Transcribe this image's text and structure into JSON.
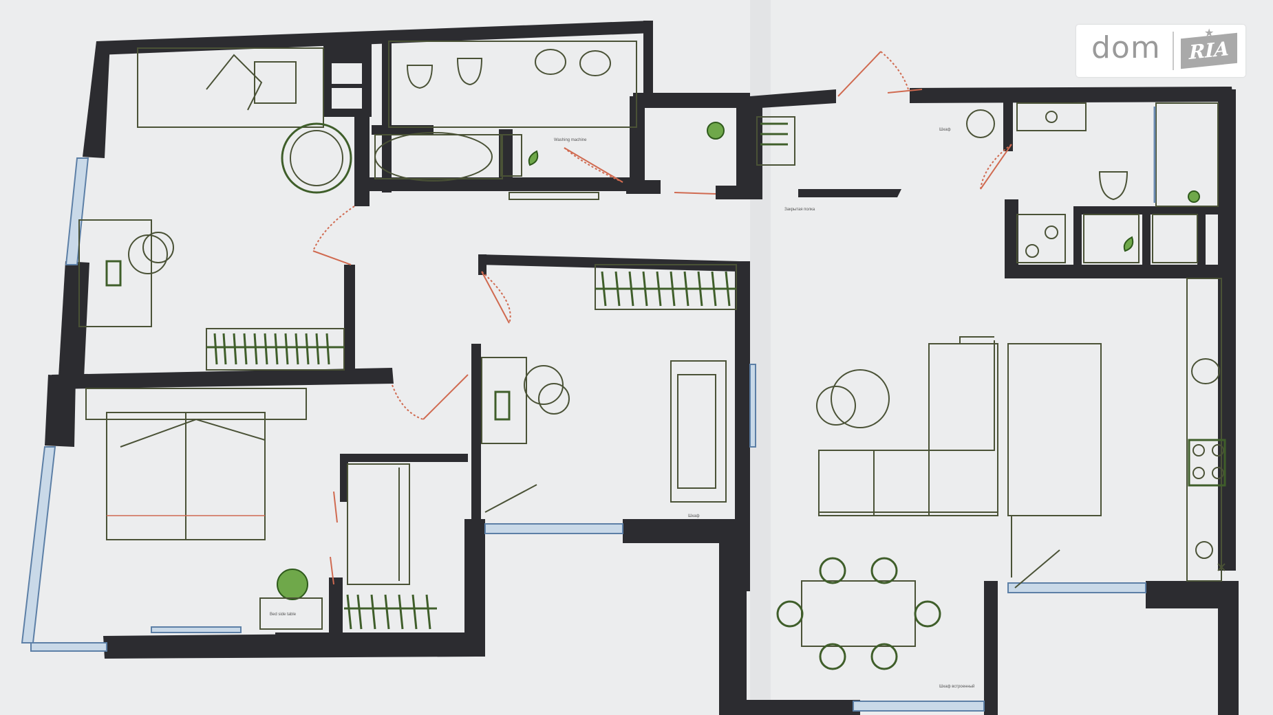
{
  "logo": {
    "dom": "dom",
    "ria": "RIA",
    "star_icon": "star-icon"
  },
  "annotations": {
    "label_a": "Washing machine",
    "label_b": "Закрытая полка",
    "label_c": "Шкаф",
    "label_d": "Шкаф встроенный",
    "label_e": "Шкаф",
    "label_f": "Bed side table"
  },
  "colors": {
    "wall": "#2c2c30",
    "furniture_green": "#3f5e2a",
    "door": "#d06a50",
    "window": "#5c7fa6",
    "background": "#ecedee"
  }
}
